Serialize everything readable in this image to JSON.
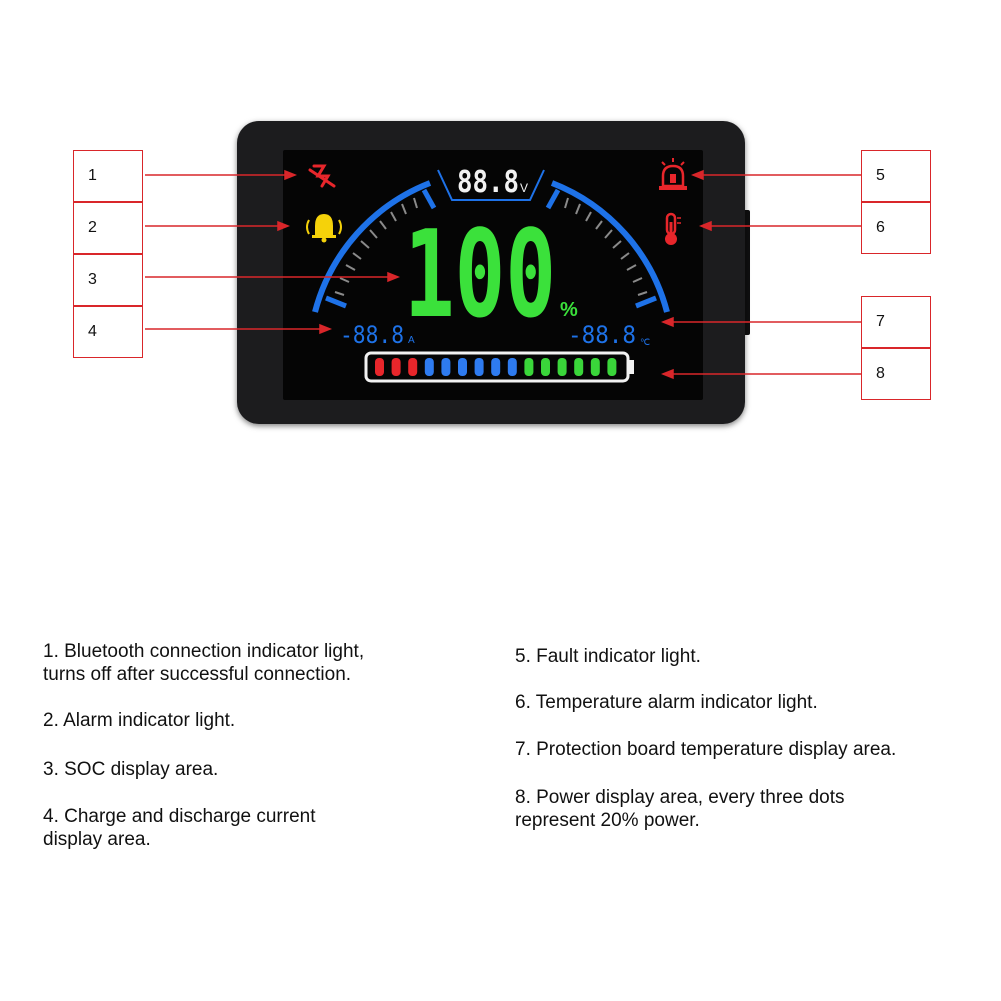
{
  "display": {
    "voltage_value": "88.8",
    "voltage_unit": "V",
    "soc_value": "100",
    "soc_unit": "%",
    "current_value": "-88.8",
    "current_unit": "A",
    "temperature_value": "-88.8",
    "temperature_unit": "℃",
    "power_bar": {
      "total_segments": 15,
      "segment_colors": [
        "#e8262b",
        "#e8262b",
        "#e8262b",
        "#2e7bf0",
        "#2e7bf0",
        "#2e7bf0",
        "#2e7bf0",
        "#2e7bf0",
        "#2e7bf0",
        "#3ad63a",
        "#3ad63a",
        "#3ad63a",
        "#3ad63a",
        "#3ad63a",
        "#3ad63a"
      ]
    },
    "colors": {
      "red": "#e8262b",
      "yellow": "#f5d20a",
      "green": "#3be13b",
      "blue": "#1e72e8",
      "white": "#f2f2f2"
    }
  },
  "callouts": [
    {
      "number": "1"
    },
    {
      "number": "2"
    },
    {
      "number": "3"
    },
    {
      "number": "4"
    },
    {
      "number": "5"
    },
    {
      "number": "6"
    },
    {
      "number": "7"
    },
    {
      "number": "8"
    }
  ],
  "legend": {
    "items": [
      "1. Bluetooth connection indicator light,",
      "turns off after successful connection.",
      "2. Alarm indicator light.",
      "3. SOC display area.",
      "4. Charge and discharge current",
      "display area.",
      "5. Fault indicator light.",
      "6. Temperature alarm indicator light.",
      "7. Protection board temperature display area.",
      "8. Power display area, every three dots",
      "represent 20% power."
    ]
  }
}
